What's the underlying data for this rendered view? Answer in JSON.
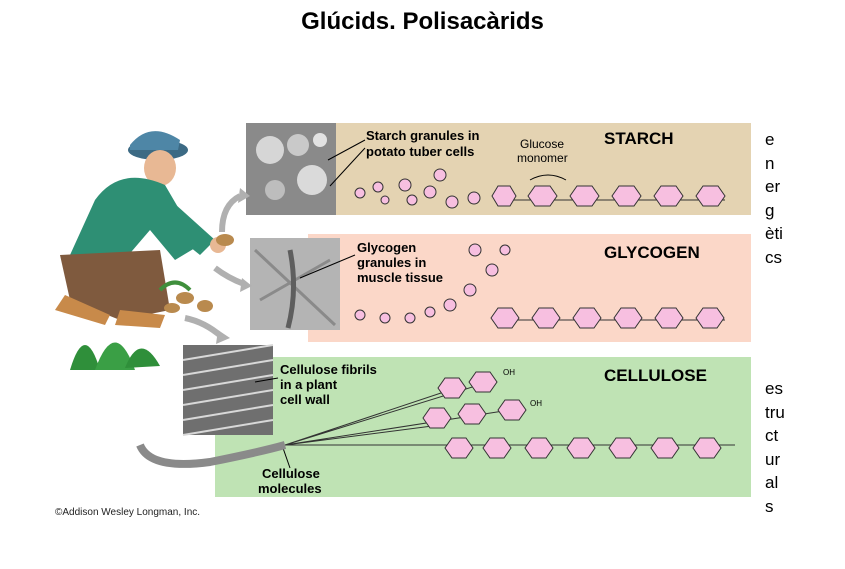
{
  "title": "Glúcids. Polisacàrids",
  "side_labels": {
    "energetics": [
      "e",
      "n",
      "er",
      "g",
      "èti",
      "cs"
    ],
    "structurals": [
      "es",
      "tru",
      "ct",
      "ur",
      "al",
      "s"
    ]
  },
  "panels": {
    "starch": {
      "heading": "STARCH",
      "callout": [
        "Starch granules in",
        "potato tuber cells"
      ],
      "monomer_label": [
        "Glucose",
        "monomer"
      ],
      "color": "#e4d3b2"
    },
    "glycogen": {
      "heading": "GLYCOGEN",
      "callout": [
        "Glycogen",
        "granules in",
        "muscle tissue"
      ],
      "color": "#fbd7c8"
    },
    "cellulose": {
      "heading": "CELLULOSE",
      "callout": [
        "Cellulose fibrils",
        "in a plant",
        "cell wall"
      ],
      "molecules_label": [
        "Cellulose",
        "molecules"
      ],
      "oh": "OH",
      "color": "#bfe3b4"
    }
  },
  "ring_color": "#f7bfe0",
  "credit": "©Addison Wesley Longman, Inc."
}
